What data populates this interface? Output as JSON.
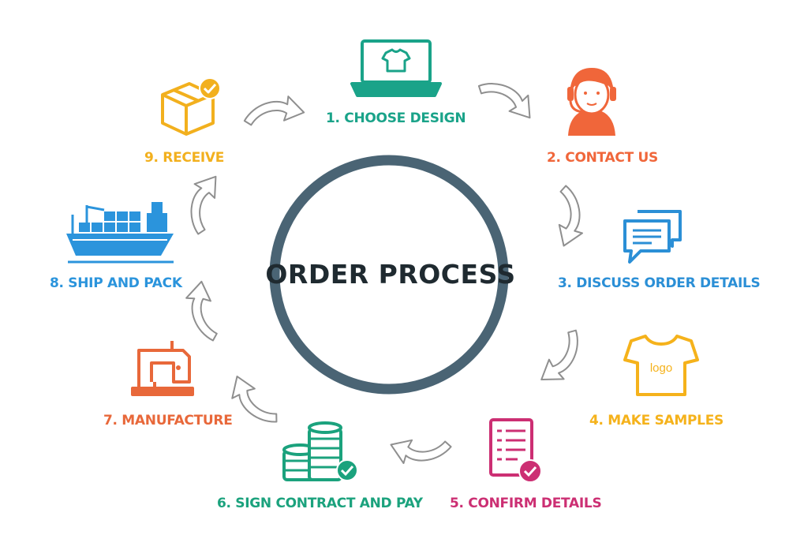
{
  "title": "ORDER PROCESS",
  "colors": {
    "ring": "#4a6474",
    "arrow_stroke": "#8f8f8f",
    "teal": "#1aa389",
    "orange": "#f0663a",
    "blue": "#2b8fd6",
    "yellow": "#f5b21b",
    "magenta": "#cc2f73",
    "green": "#1ba27d",
    "rust": "#e8683a",
    "sky": "#2b94dc",
    "gold": "#f2b01e"
  },
  "steps": [
    {
      "label": "1. CHOOSE DESIGN",
      "icon": "laptop-tshirt-icon",
      "color": "#1aa389"
    },
    {
      "label": "2. CONTACT US",
      "icon": "support-agent-icon",
      "color": "#f0663a"
    },
    {
      "label": "3. DISCUSS ORDER DETAILS",
      "icon": "chat-bubbles-icon",
      "color": "#2b8fd6"
    },
    {
      "label": "4. MAKE SAMPLES",
      "icon": "tshirt-logo-icon",
      "color": "#f5b21b",
      "icon_text": "logo"
    },
    {
      "label": "5. CONFIRM DETAILS",
      "icon": "checklist-icon",
      "color": "#cc2f73"
    },
    {
      "label": "6. SIGN CONTRACT AND PAY",
      "icon": "coin-stacks-icon",
      "color": "#1ba27d"
    },
    {
      "label": "7. MANUFACTURE",
      "icon": "sewing-machine-icon",
      "color": "#e8683a"
    },
    {
      "label": "8. SHIP AND PACK",
      "icon": "cargo-ship-icon",
      "color": "#2b94dc"
    },
    {
      "label": "9. RECEIVE",
      "icon": "package-check-icon",
      "color": "#f2b01e"
    }
  ]
}
